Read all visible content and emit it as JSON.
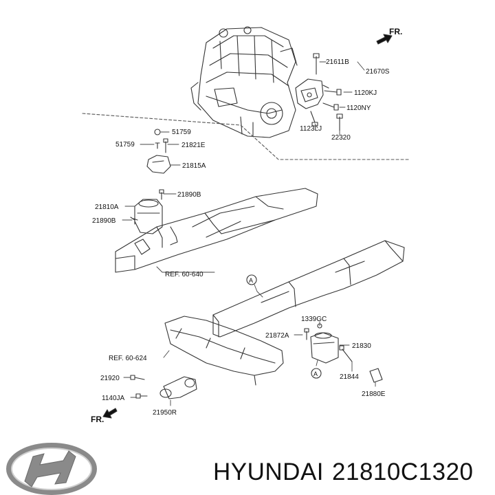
{
  "caption": {
    "brand": "HYUNDAI",
    "part_number": "21810C1320"
  },
  "direction_labels": {
    "top": "FR.",
    "bottom": "FR."
  },
  "callouts": {
    "c21611B": "21611B",
    "c21670S": "21670S",
    "c1120KJ": "1120KJ",
    "c1120NY": "1120NY",
    "c1123LJ": "1123LJ",
    "c22320": "22320",
    "c51759a": "51759",
    "c51759b": "51759",
    "c21821E": "21821E",
    "c21815A": "21815A",
    "c21890Ba": "21890B",
    "c21810A": "21810A",
    "c21890Bb": "21890B",
    "ref640": "REF. 60-640",
    "ref624": "REF. 60-624",
    "c1339GC": "1339GC",
    "c21872A": "21872A",
    "c21830": "21830",
    "c21844": "21844",
    "c21880E": "21880E",
    "c21920": "21920",
    "c1140JA": "1140JA",
    "c21950R": "21950R"
  },
  "markers": {
    "a_top": "A",
    "a_bottom": "A"
  },
  "colors": {
    "line": "#222222",
    "light_line": "#555555",
    "text": "#111111",
    "logo": "#8a8a8a"
  },
  "logo": "hyundai-logo"
}
